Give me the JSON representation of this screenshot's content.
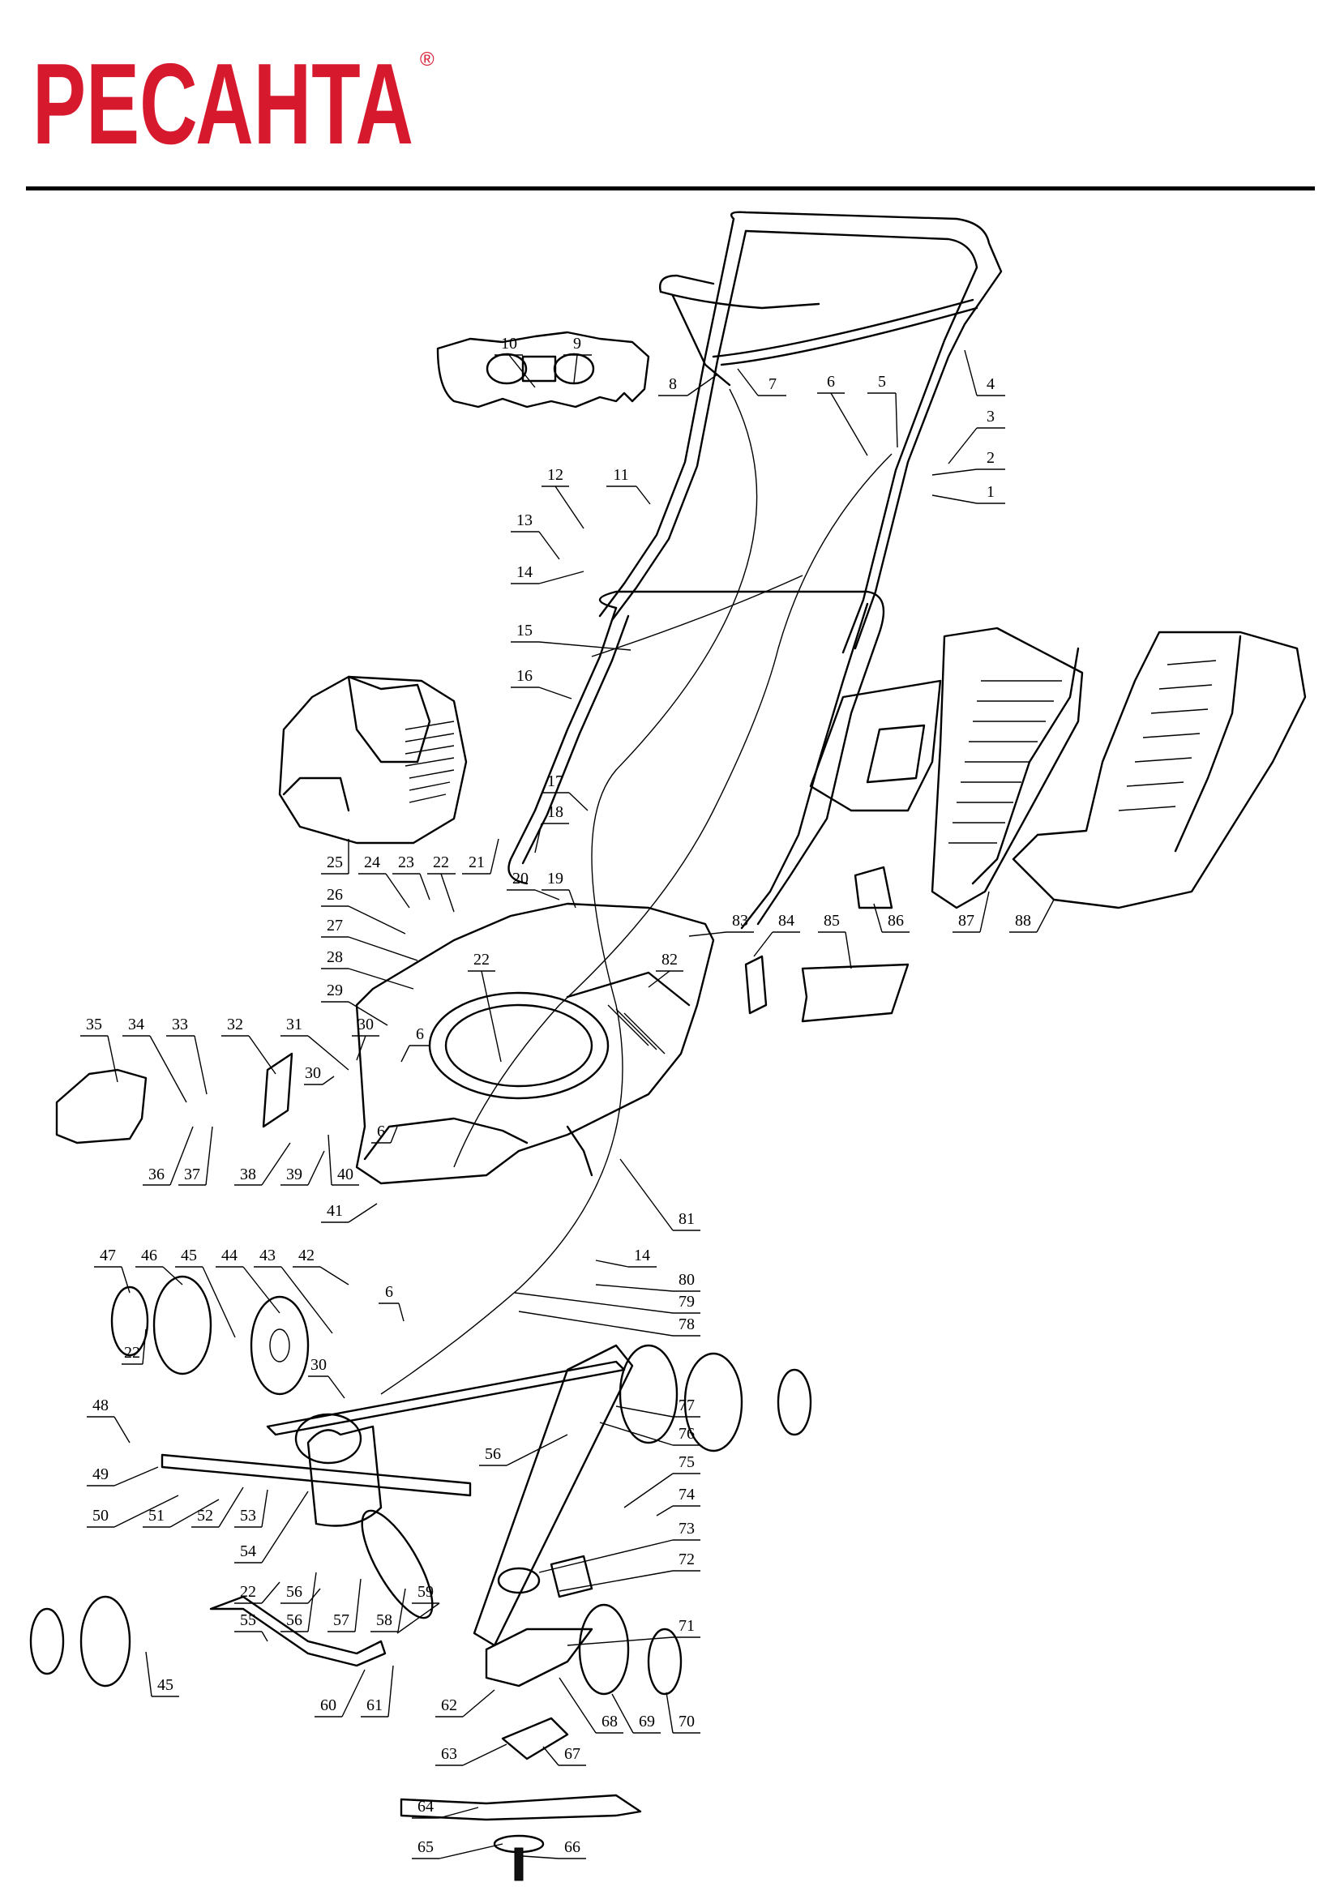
{
  "brand": {
    "logo_text": "РЕСАНТА",
    "registered_mark": "®",
    "color": "#d7192e"
  },
  "diagram": {
    "callouts": [
      "1",
      "2",
      "3",
      "4",
      "5",
      "6",
      "7",
      "8",
      "9",
      "10",
      "11",
      "12",
      "13",
      "14",
      "15",
      "16",
      "17",
      "18",
      "19",
      "20",
      "21",
      "22",
      "23",
      "24",
      "25",
      "26",
      "27",
      "28",
      "29",
      "30",
      "31",
      "32",
      "33",
      "34",
      "35",
      "36",
      "37",
      "38",
      "39",
      "40",
      "41",
      "42",
      "43",
      "44",
      "45",
      "46",
      "47",
      "48",
      "49",
      "50",
      "51",
      "52",
      "53",
      "54",
      "55",
      "56",
      "57",
      "58",
      "59",
      "60",
      "61",
      "62",
      "63",
      "64",
      "65",
      "66",
      "67",
      "68",
      "69",
      "70",
      "71",
      "72",
      "73",
      "74",
      "75",
      "76",
      "77",
      "78",
      "79",
      "80",
      "81",
      "82",
      "83",
      "84",
      "85",
      "86",
      "87",
      "88",
      "6",
      "6",
      "6",
      "14",
      "22",
      "22",
      "22",
      "30",
      "30",
      "45",
      "56",
      "56"
    ]
  }
}
